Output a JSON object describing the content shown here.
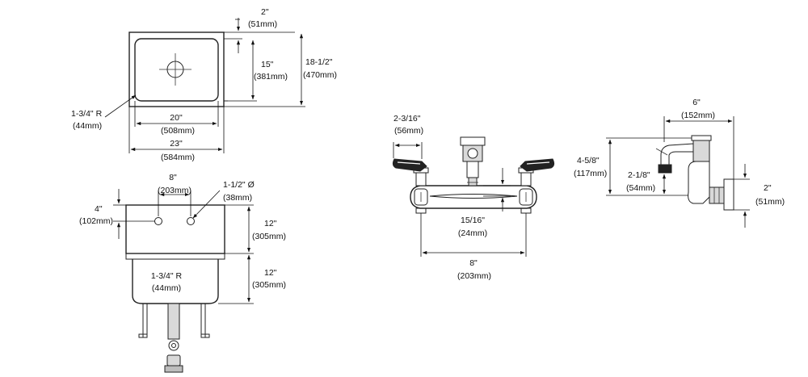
{
  "top_view": {
    "rim_width_in": "2\"",
    "rim_width_mm": "(51mm)",
    "bowl_front_back_in": "15\"",
    "bowl_front_back_mm": "(381mm)",
    "overall_front_back_in": "18-1/2\"",
    "overall_front_back_mm": "(470mm)",
    "corner_radius_in": "1-3/4\" R",
    "corner_radius_mm": "(44mm)",
    "bowl_left_right_in": "20\"",
    "bowl_left_right_mm": "(508mm)",
    "overall_left_right_in": "23\"",
    "overall_left_right_mm": "(584mm)"
  },
  "front_view": {
    "hole_spacing_in": "8\"",
    "hole_spacing_mm": "(203mm)",
    "hole_diameter_in": "1-1/2\" Ø",
    "hole_diameter_mm": "(38mm)",
    "hole_height_in": "4\"",
    "hole_height_mm": "(102mm)",
    "backsplash_height_in": "12\"",
    "backsplash_height_mm": "(305mm)",
    "bowl_depth_in": "12\"",
    "bowl_depth_mm": "(305mm)",
    "bowl_radius_in": "1-3/4\" R",
    "bowl_radius_mm": "(44mm)"
  },
  "faucet_front": {
    "handle_length_in": "2-3/16\"",
    "handle_length_mm": "(56mm)",
    "spout_clearance_in": "15/16\"",
    "spout_clearance_mm": "(24mm)",
    "centers_in": "8\"",
    "centers_mm": "(203mm)"
  },
  "faucet_side": {
    "spout_reach_in": "6\"",
    "spout_reach_mm": "(152mm)",
    "overall_height_in": "4-5/8\"",
    "overall_height_mm": "(117mm)",
    "outlet_height_in": "2-1/8\"",
    "outlet_height_mm": "(54mm)",
    "wall_flange_in": "2\"",
    "wall_flange_mm": "(51mm)"
  }
}
